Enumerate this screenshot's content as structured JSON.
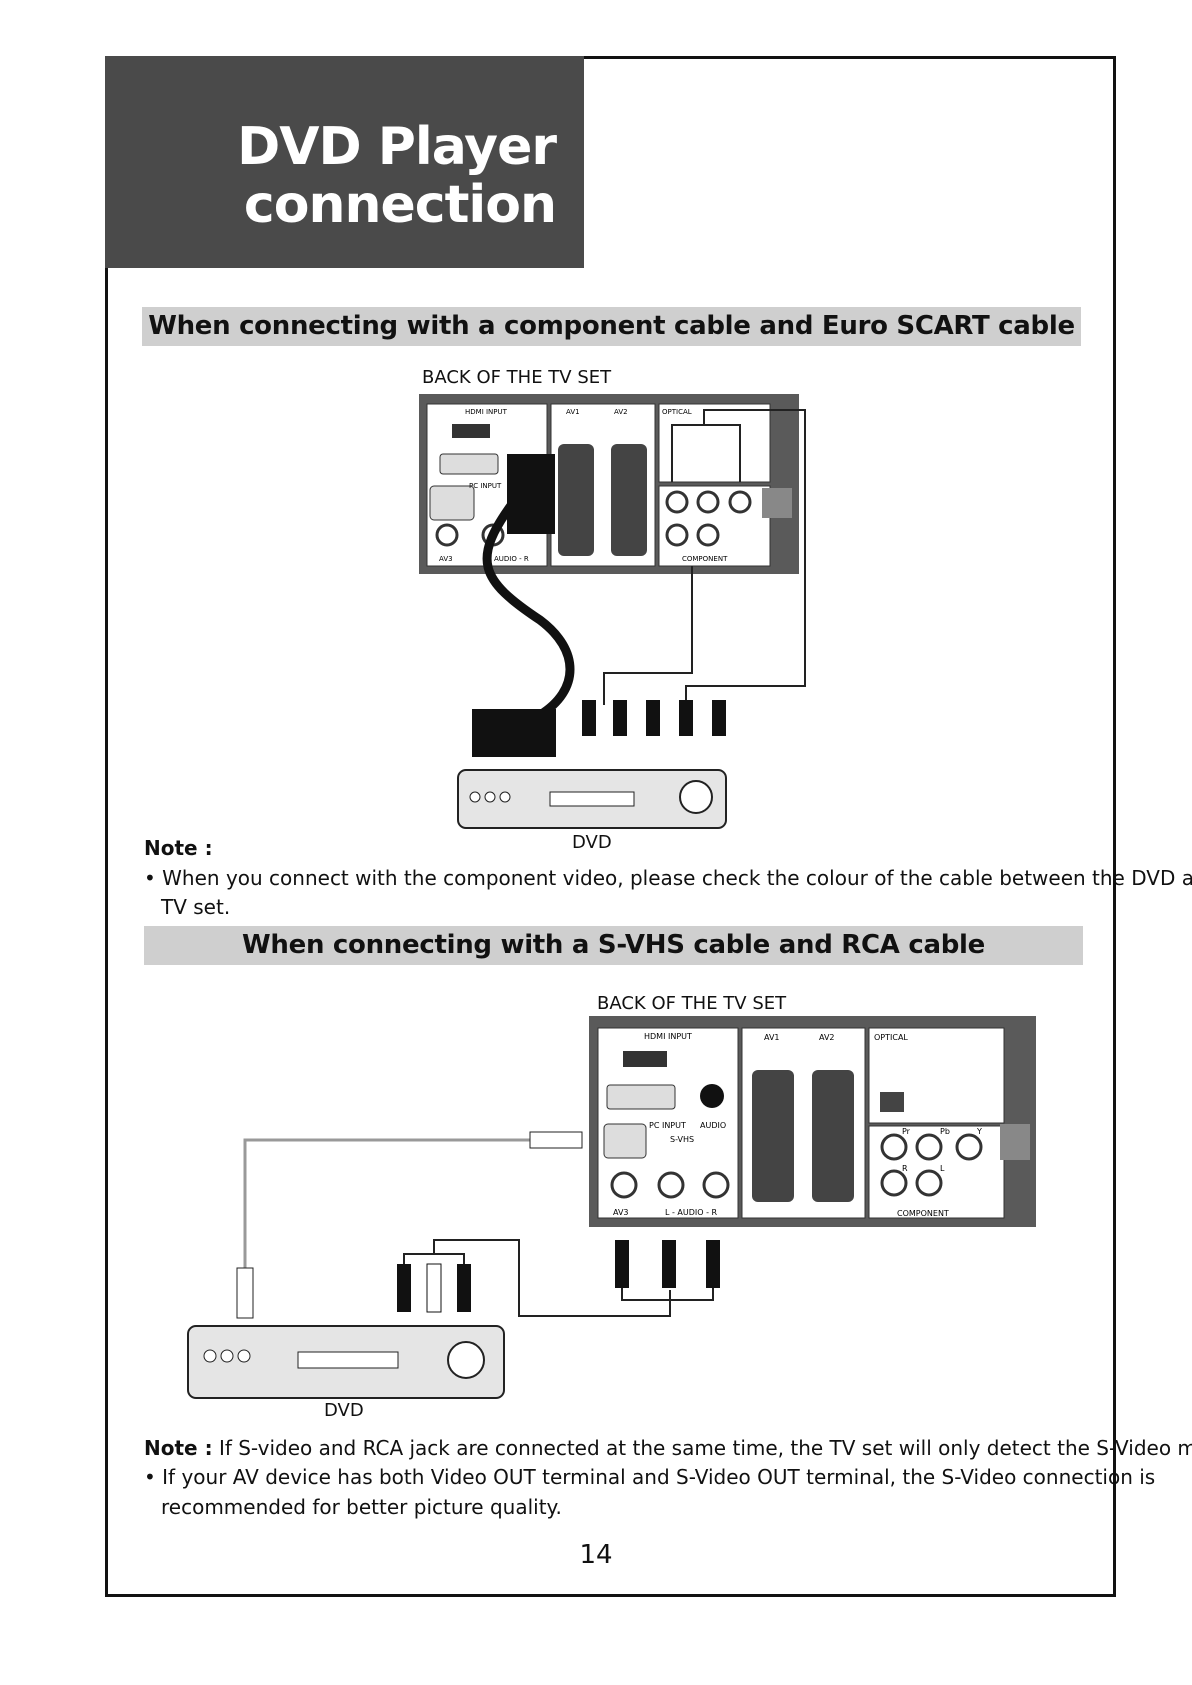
{
  "title": {
    "line1": "DVD Player",
    "line2": "connection"
  },
  "section1": {
    "heading": "When connecting with a component cable and Euro SCART cable",
    "tv_caption": "BACK OF THE TV SET",
    "dvd_caption": "DVD",
    "note_label": "Note :",
    "note_bullet_line1": "• When you connect with the component video, please check the colour of the cable between the DVD and",
    "note_bullet_line2": "TV set."
  },
  "section2": {
    "heading": "When connecting with a S-VHS cable and RCA cable",
    "tv_caption": "BACK OF THE TV SET",
    "dvd_caption": "DVD",
    "note_label": "Note :",
    "note_text": "If S-video and RCA jack are connected at the same time, the TV set will only detect the S-Video mode.",
    "bullet_line1": "• If your AV device has both Video OUT terminal and S-Video OUT terminal, the S-Video connection is",
    "bullet_line2": "recommended for better picture quality."
  },
  "panel_labels": {
    "hdmi": "HDMI INPUT",
    "av1": "AV1",
    "av2": "AV2",
    "optical": "OPTICAL",
    "pc_input": "PC INPUT",
    "audio": "AUDIO",
    "svhs": "S-VHS",
    "av3": "AV3",
    "audio_lr": "L - AUDIO - R",
    "audio_r": "AUDIO - R",
    "component": "COMPONENT",
    "pr": "Pr",
    "pb": "Pb",
    "y": "Y",
    "r": "R",
    "l": "L"
  },
  "page_number": "14"
}
